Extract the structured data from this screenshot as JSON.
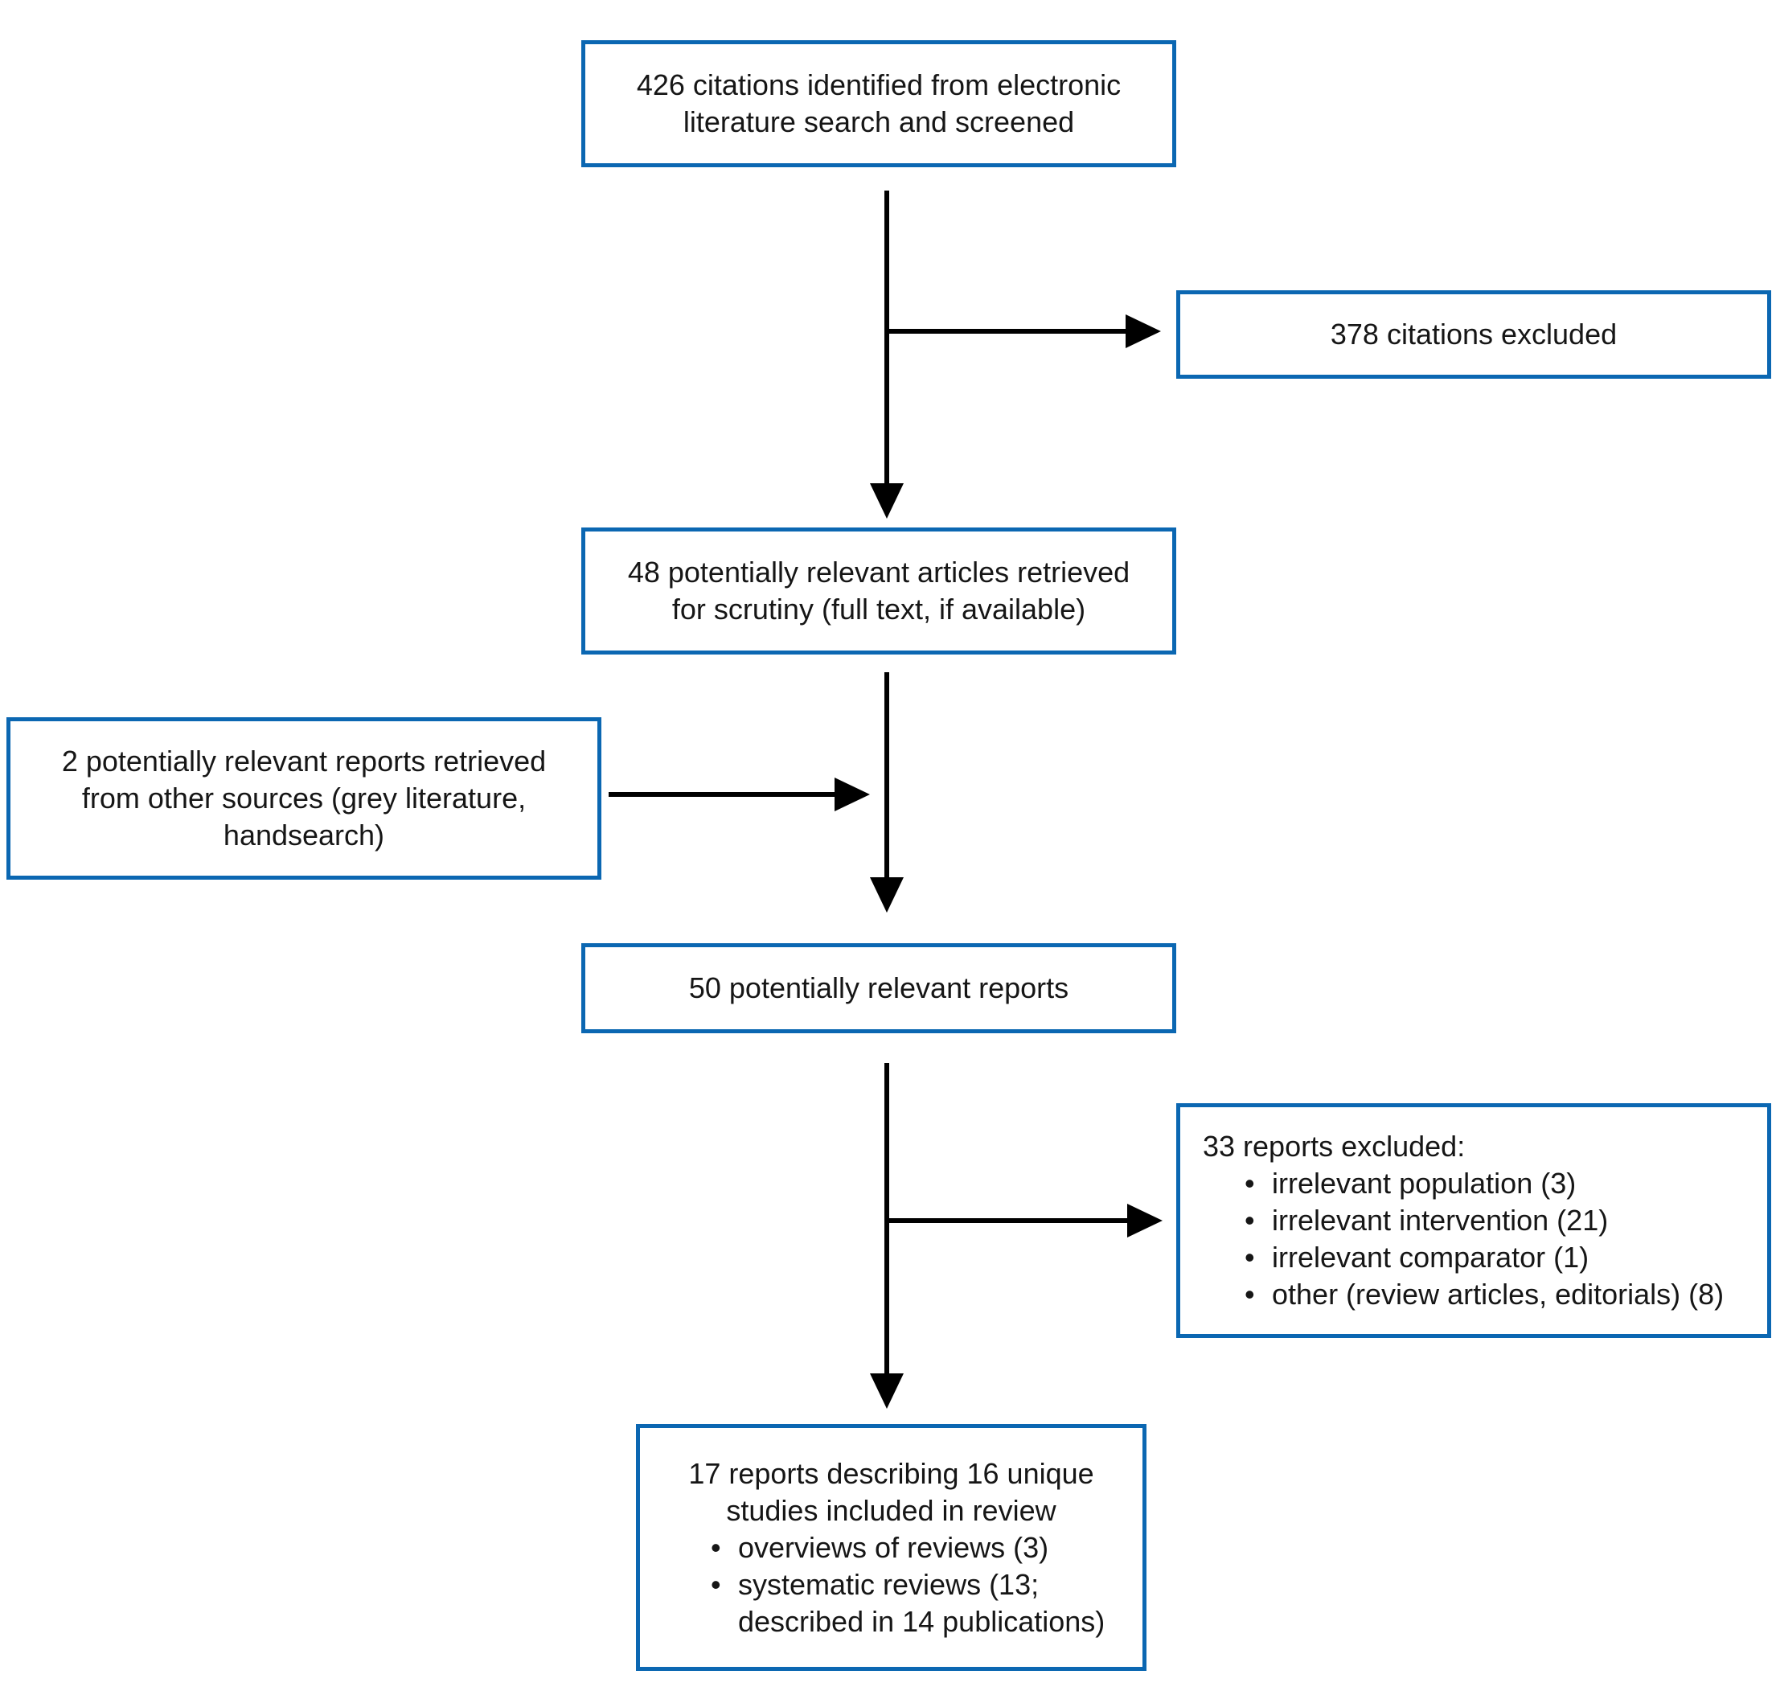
{
  "colors": {
    "box_border": "#0b67b2",
    "arrow": "#000000",
    "text": "#161616",
    "background": "#ffffff"
  },
  "glyphs": {
    "bullet": "•"
  },
  "boxes": {
    "identified": {
      "lines": [
        "426 citations identified from electronic",
        "literature search and screened"
      ]
    },
    "citations_excluded": {
      "lines": [
        "378 citations excluded"
      ]
    },
    "retrieved": {
      "lines": [
        "48 potentially relevant articles retrieved",
        "for scrutiny (full text, if available)"
      ]
    },
    "other_sources": {
      "lines": [
        "2 potentially relevant reports retrieved",
        "from other sources (grey literature,",
        "handsearch)"
      ]
    },
    "relevant_reports": {
      "lines": [
        "50 potentially relevant reports"
      ]
    },
    "reports_excluded": {
      "heading": "33 reports excluded:",
      "items": [
        "irrelevant population (3)",
        "irrelevant intervention (21)",
        "irrelevant comparator (1)",
        "other (review articles, editorials) (8)"
      ]
    },
    "included": {
      "heading_lines": [
        "17 reports describing 16 unique",
        "studies included in review"
      ],
      "items": [
        {
          "lines": [
            "overviews of reviews (3)"
          ]
        },
        {
          "lines": [
            "systematic reviews (13;",
            "described in 14 publications)"
          ]
        }
      ]
    }
  }
}
